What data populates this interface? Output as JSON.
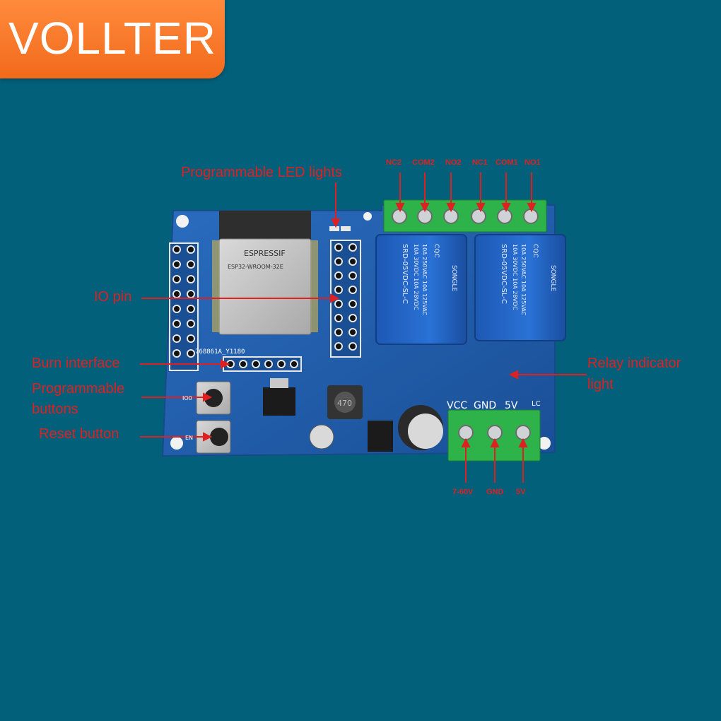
{
  "brand": {
    "name": "VOLLTER",
    "color": "#f26a1c"
  },
  "board": {
    "module_brand": "ESPRESSIF",
    "module_model": "ESP32-WROOM-32E",
    "silk_id": "768861A_Y1180",
    "power_silk": [
      "VCC",
      "GND",
      "5V"
    ],
    "corner_mark": "LC",
    "inductor_mark": "470",
    "relay_brand": "SONGLE",
    "relay_model": "SRD-05VDC-SL-C",
    "relay_rating_1": "10A 250VAC  10A 125VAC",
    "relay_rating_2": "10A 30VDC  10A 28VDC",
    "relay_cert": "CQC",
    "button_labels": [
      "IO0",
      "EN"
    ]
  },
  "labels": {
    "led": "Programmable LED lights",
    "io_pin": "IO pin",
    "burn": "Burn interface",
    "prog_buttons_1": "Programmable",
    "prog_buttons_2": "buttons",
    "reset": "Reset button",
    "relay_led_1": "Relay indicator",
    "relay_led_2": "light"
  },
  "relay_terminals": [
    "NC2",
    "COM2",
    "NO2",
    "NC1",
    "COM1",
    "NO1"
  ],
  "power_terminals": [
    "7-60V",
    "GND",
    "5V"
  ],
  "colors": {
    "background": "#03607a",
    "pcb": "#1f5fae",
    "terminal": "#2db34a",
    "callout": "#e02020"
  }
}
